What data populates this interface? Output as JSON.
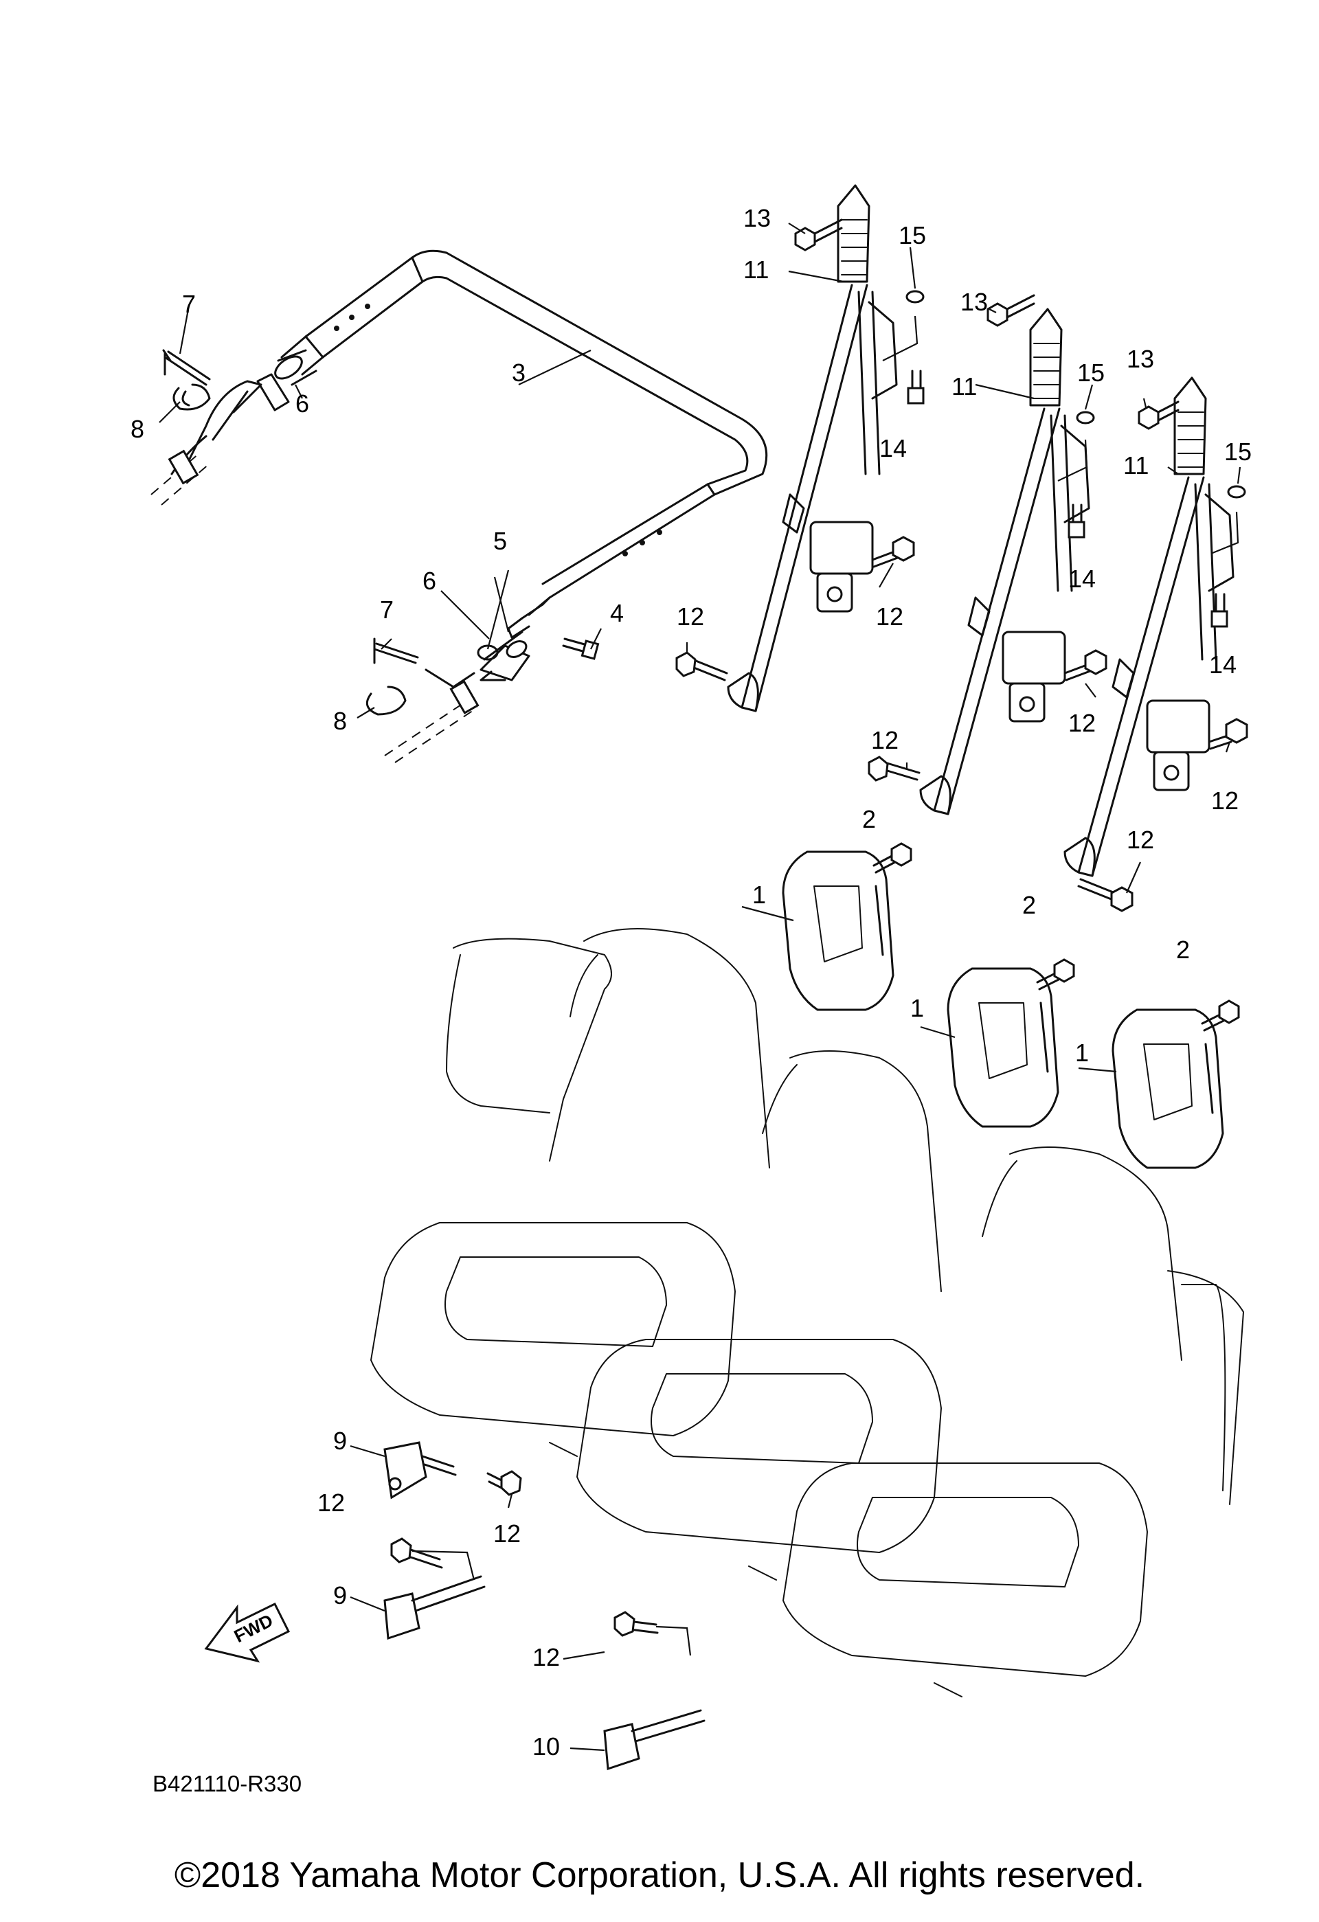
{
  "diagram": {
    "callouts": {
      "c1a": "1",
      "c1b": "1",
      "c1c": "1",
      "c2a": "2",
      "c2b": "2",
      "c2c": "2",
      "c3": "3",
      "c4": "4",
      "c5": "5",
      "c6a": "6",
      "c6b": "6",
      "c7a": "7",
      "c7b": "7",
      "c8a": "8",
      "c8b": "8",
      "c9a": "9",
      "c9b": "9",
      "c10": "10",
      "c11a": "11",
      "c11b": "11",
      "c11c": "11",
      "c12a": "12",
      "c12b": "12",
      "c12c": "12",
      "c12d": "12",
      "c12e": "12",
      "c12f": "12",
      "c12g": "12",
      "c12h": "12",
      "c12i": "12",
      "c13a": "13",
      "c13b": "13",
      "c13c": "13",
      "c14a": "14",
      "c14b": "14",
      "c14c": "14",
      "c15a": "15",
      "c15b": "15",
      "c15c": "15"
    },
    "fwd_label": "FWD",
    "diagram_code": "B421110-R330"
  },
  "copyright": "©2018 Yamaha Motor Corporation, U.S.A. All rights reserved."
}
